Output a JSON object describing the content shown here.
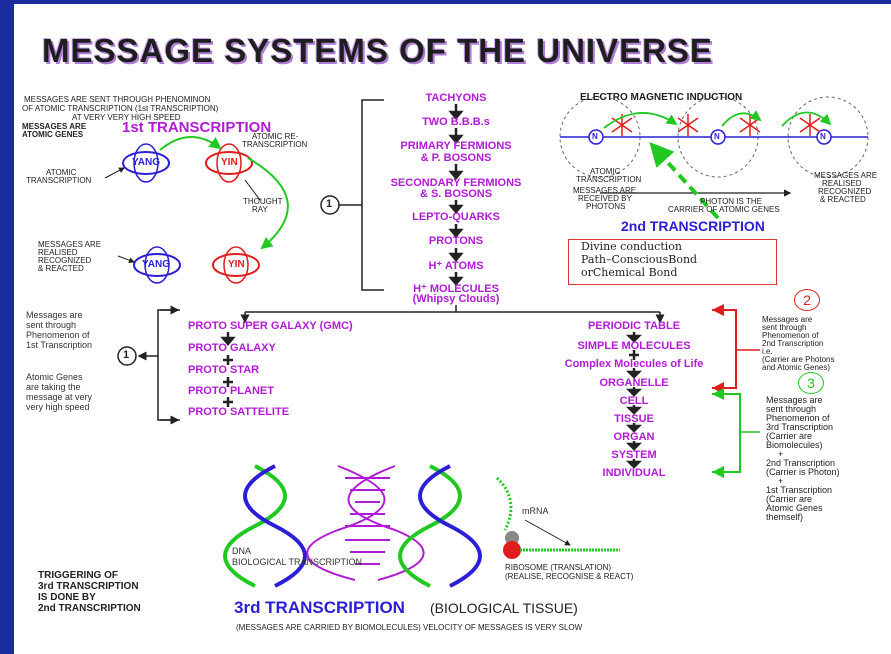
{
  "title": "MESSAGE SYSTEMS OF THE UNIVERSE",
  "first_transcription": {
    "intro_line1": "MESSAGES ARE SENT THROUGH PHENOMINON",
    "intro_line2": "OF ATOMIC TRANSCRIPTION (1st TRANSCRIPTION)",
    "intro_line3": "AT VERY VERY HIGH SPEED",
    "messages_are_line1": "MESSAGES  ARE",
    "messages_are_line2": "ATOMIC GENES",
    "heading": "1st TRANSCRIPTION",
    "yang": "YANG",
    "yin": "YIN",
    "atomic_re_line1": "ATOMIC RE-",
    "atomic_re_line2": "TRANSCRIPTION",
    "atomic_line1": "ATOMIC",
    "atomic_line2": "TRANSCRIPTION",
    "thought_line1": "THOUGHT",
    "thought_line2": "RAY",
    "realised_line1": "MESSAGES  ARE",
    "realised_line2": "REALISED",
    "realised_line3": "RECOGNIZED",
    "realised_line4": "& REACTED",
    "circle_marker": "1"
  },
  "chain": [
    "TACHYONS",
    "TWO B.B.B.s",
    "PRIMARY FERMIONS",
    "& P. BOSONS",
    "SECONDARY FERMIONS",
    "& S. BOSONS",
    "LEPTO-QUARKS",
    "PROTONS",
    "H⁺ ATOMS",
    "H⁺ MOLECULES",
    "(Whipsy Clouds)"
  ],
  "em": {
    "heading": "ELECTRO MAGNETIC INDUCTION",
    "atomic_line1": "ATOMIC",
    "atomic_line2": "TRANSCRIPTION",
    "received_line1": "MESSAGES ARE",
    "received_line2": "RECEIVED BY",
    "received_line3": "PHOTONS",
    "photon_line1": "PHOTON IS THE",
    "photon_line2": "CARRIER OF ATOMIC GENES",
    "realised_line1": "MESSAGES  ARE",
    "realised_line2": "REALISED",
    "realised_line3": "RECOGNIZED",
    "realised_line4": "& REACTED",
    "second_heading": "2nd TRANSCRIPTION",
    "n_label": "N"
  },
  "divine_box": {
    "line1": "Divine conduction",
    "line2": "Path–ConsciousBond",
    "line3": "orChemical Bond"
  },
  "left_branch": {
    "items": [
      "PROTO SUPER GALAXY (GMC)",
      "PROTO GALAXY",
      "PROTO STAR",
      "PROTO PLANET",
      "PROTO SATTELITE"
    ],
    "note1_line1": "Messages are",
    "note1_line2": "sent through",
    "note1_line3": "Phenomenon of",
    "note1_line4": "1st Transcription",
    "note2_line1": "Atomic Genes",
    "note2_line2": "are taking the",
    "note2_line3": "message at very",
    "note2_line4": "very high speed",
    "circle_marker": "1"
  },
  "right_branch": {
    "items": [
      "PERIODIC TABLE",
      "SIMPLE MOLECULES",
      "Complex Molecules of Life",
      "ORGANELLE",
      "CELL",
      "TISSUE",
      "ORGAN",
      "SYSTEM",
      "INDIVIDUAL"
    ],
    "marker2": "2",
    "note2_line1": "Messages are",
    "note2_line2": "sent through",
    "note2_line3": "Phenomenon of",
    "note2_line4": "2nd Transcription",
    "note2_line5": "i.e.",
    "note2_line6": "(Carrier are Photons",
    "note2_line7": "and Atomic Genes)",
    "marker3": "3",
    "note3_line1": "Messages are",
    "note3_line2": "sent through",
    "note3_line3": "Phenomenon of",
    "note3_line4": "3rd Transcription",
    "note3_line5": "(Carrier are",
    "note3_line6": "Biomolecules)",
    "note3_line7": "+",
    "note3_line8": "2nd Transcription",
    "note3_line9": "(Carrier is Photon)",
    "note3_line10": "+",
    "note3_line11": "1st Transcription",
    "note3_line12": "(Carrier are",
    "note3_line13": "Atomic Genes",
    "note3_line14": "themself)"
  },
  "bio": {
    "mrna": "mRNA",
    "dna": "DNA",
    "bio_transcription": "BIOLOGICAL TRANSCRIPTION",
    "ribosome_line1": "RIBOSOME (TRANSLATION)",
    "ribosome_line2": "(REALISE, RECOGNISE & REACT)",
    "trigger_line1": "TRIGGERING OF",
    "trigger_line2": "3rd TRANSCRIPTION",
    "trigger_line3": "IS DONE BY",
    "trigger_line4": "2nd TRANSCRIPTION",
    "third_heading": "3rd TRANSCRIPTION",
    "third_sub": "(BIOLOGICAL TISSUE)",
    "footer": "(MESSAGES ARE CARRIED BY BIOMOLECULES) VELOCITY OF MESSAGES IS VERY SLOW"
  },
  "colors": {
    "border": "#1a2b9e",
    "purple_text": "#b21bd6",
    "blue_text": "#2a1fd6",
    "red": "#e01c1c",
    "green": "#1fc91f"
  }
}
